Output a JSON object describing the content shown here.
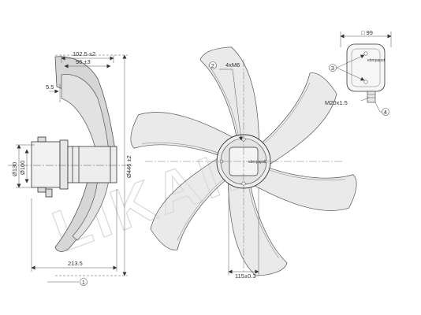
{
  "dimensions": {
    "side": {
      "d_102_5": "102.5 ±2",
      "d_96": "96 ±3",
      "d_5_5": "5.5",
      "dia_130": "Ø130",
      "dia_100": "Ø100",
      "dia_446": "Ø446 ±2",
      "d_213_5": "213.5"
    },
    "front": {
      "thread": "4xM6",
      "d_115": "115±0.3"
    },
    "box": {
      "square": "□ 99",
      "cable": "M20x1.5"
    }
  },
  "callouts": {
    "c1": "1",
    "c2": "2",
    "c3": "3",
    "c4": "4"
  },
  "watermark": "LIKAIR",
  "label_brand": "ebmpapst",
  "colors": {
    "line": "#333333",
    "blade_fill": "#d0d0d0",
    "watermark": "#b8b8b8"
  }
}
